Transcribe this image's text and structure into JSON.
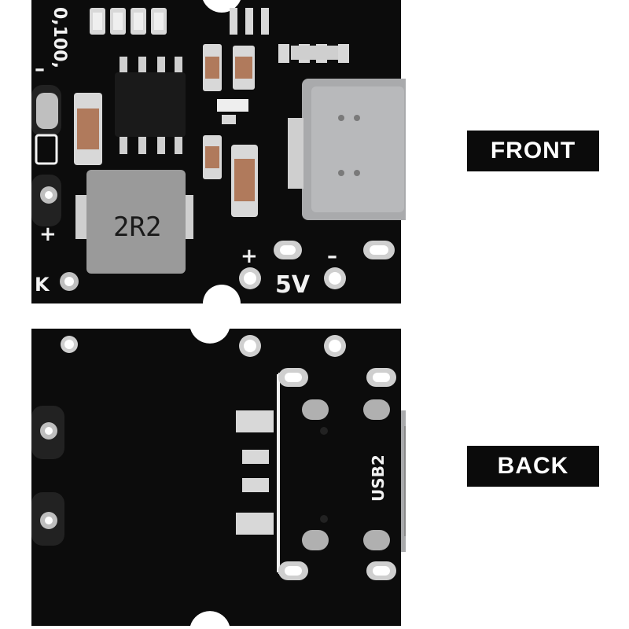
{
  "labels": {
    "front": "FRONT",
    "back": "BACK"
  },
  "front_board": {
    "inductor_code": "2R2",
    "pin_minus_top": "–",
    "pin_plus_left": "+",
    "pin_k": "K",
    "pin_plus_out": "+",
    "pin_minus_out": "–",
    "voltage": "5V",
    "led_marks": "0,100,"
  },
  "back_board": {
    "usb_label": "USB2"
  },
  "colors": {
    "pcb": "#0c0c0c",
    "silkscreen": "#f2f2f2",
    "pad": "#cfcfcf",
    "usb_shell": "#a9aaac",
    "inductor": "#9a9a9a",
    "capacitor": "#b07a5c",
    "background": "#ffffff"
  }
}
